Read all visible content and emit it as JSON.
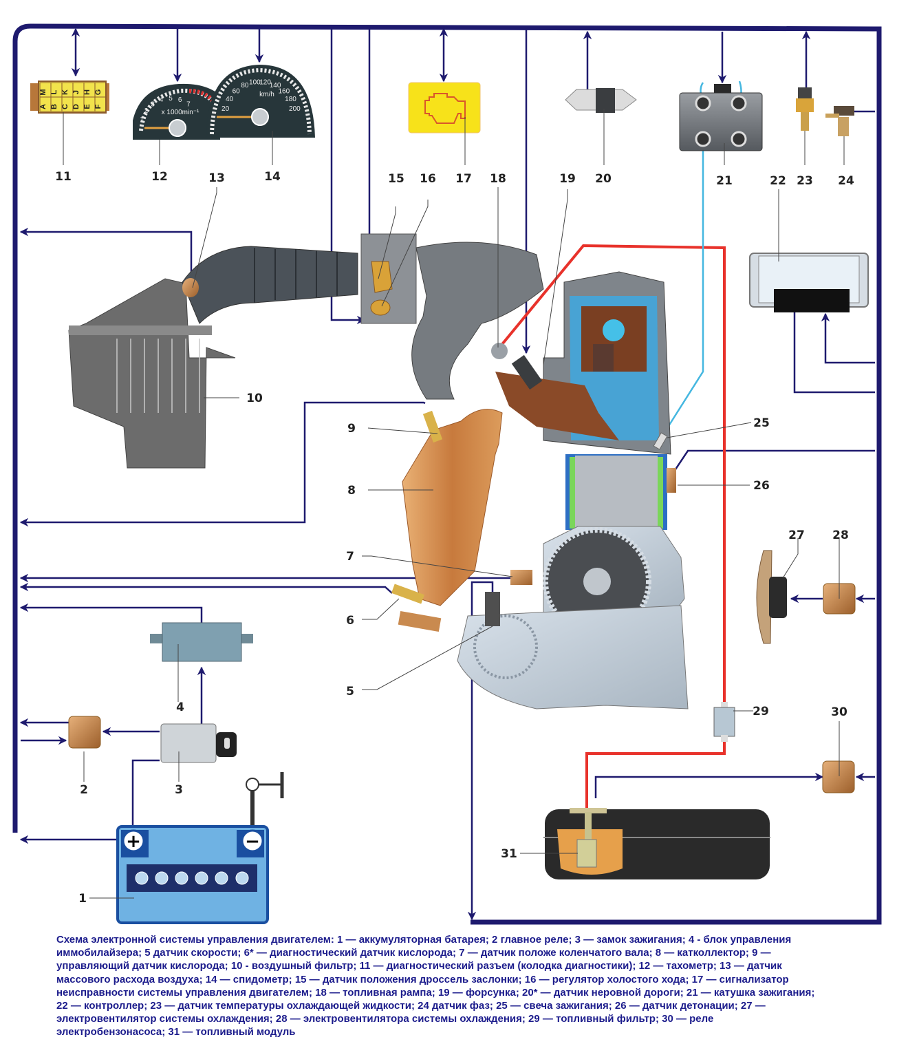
{
  "colors": {
    "wire": "#1e1a6e",
    "fuel_line": "#e8322b",
    "hv_wire": "#45b7e0",
    "caption_text": "#1c1c8c",
    "warning_lamp_bg": "#f7e21a",
    "warning_lamp_icon": "#d9572a",
    "battery": "#6fb2e3",
    "relay": "#c98a4f"
  },
  "diagram": {
    "title": "Схема электронной системы управления двигателем",
    "components": [
      {
        "num": "1",
        "name": "аккумуляторная батарея"
      },
      {
        "num": "2",
        "name": "главное реле"
      },
      {
        "num": "3",
        "name": "замок зажигания"
      },
      {
        "num": "4",
        "name": "блок управления иммобилайзера"
      },
      {
        "num": "5",
        "name": "датчик скорости"
      },
      {
        "num": "6",
        "name": "диагностический датчик кислорода"
      },
      {
        "num": "7",
        "name": "датчик положе коленчатого вала"
      },
      {
        "num": "8",
        "name": "катколлектор"
      },
      {
        "num": "9",
        "name": "управляющий датчик кислорода"
      },
      {
        "num": "10",
        "name": "воздушный фильтр"
      },
      {
        "num": "11",
        "name": "диагностический разъем (колодка диагностики)"
      },
      {
        "num": "12",
        "name": "тахометр"
      },
      {
        "num": "13",
        "name": "датчик массового расхода воздуха"
      },
      {
        "num": "14",
        "name": "спидометр"
      },
      {
        "num": "15",
        "name": "датчик положения дроссель заслонки"
      },
      {
        "num": "16",
        "name": "регулятор холостого хода"
      },
      {
        "num": "17",
        "name": "сигнализатор неисправности системы управления двигателем"
      },
      {
        "num": "18",
        "name": "топливная рампа"
      },
      {
        "num": "19",
        "name": "форсунка"
      },
      {
        "num": "20",
        "name": "датчик неровной дороги"
      },
      {
        "num": "21",
        "name": "катушка зажигания"
      },
      {
        "num": "22",
        "name": "контроллер"
      },
      {
        "num": "23",
        "name": "датчик температуры охлаждающей жидкости"
      },
      {
        "num": "24",
        "name": "датчик фаз"
      },
      {
        "num": "25",
        "name": "свеча зажигания"
      },
      {
        "num": "26",
        "name": "датчик детонации"
      },
      {
        "num": "27",
        "name": "электровентилятор системы охлаждения"
      },
      {
        "num": "28",
        "name": "электровентилятора системы охлаждения"
      },
      {
        "num": "29",
        "name": "топливный фильтр"
      },
      {
        "num": "30",
        "name": "реле электробензонасоса"
      },
      {
        "num": "31",
        "name": "топливный модуль"
      }
    ],
    "diag_connector_letters_top": [
      "M",
      "L",
      "K",
      "J",
      "H",
      "G"
    ],
    "diag_connector_letters_bottom": [
      "A",
      "B",
      "C",
      "D",
      "E",
      "F"
    ],
    "tachometer": {
      "ticks": [
        "1",
        "2",
        "3",
        "4",
        "5",
        "6",
        "7"
      ],
      "unit": "x 1000min⁻¹"
    },
    "speedometer": {
      "ticks": [
        "20",
        "40",
        "60",
        "80",
        "100",
        "120",
        "140",
        "160",
        "180",
        "200"
      ],
      "unit": "km/h"
    },
    "battery": {
      "plus": "+",
      "minus": "−"
    }
  },
  "caption": {
    "lines": [
      "Схема электронной системы управления двигателем: 1 — аккумуляторная батарея; 2 главное реле; 3 — замок зажигания; 4 - блок управления",
      "иммобилайзера; 5 датчик скорости; 6* — диагностический датчик кислорода; 7 — датчик положе коленчатого вала; 8 — катколлектор; 9 —",
      "управляющий датчик кислорода; 10 - воздушный фильтр; 11 — диагностический разъем (колодка диагностики); 12 — тахометр; 13 — датчик",
      "массового расхода воздуха; 14 — спидометр; 15 — датчик положения дроссель заслонки; 16 — регулятор холостого хода; 17 — сигнализатор",
      "неисправности системы управления двигателем; 18 — топливная рампа; 19 — форсунка; 20* — датчик неровной дороги; 21 — катушка зажигания;",
      "22 — контроллер; 23 — датчик температуры охлаждающей жидкости; 24 датчик фаз; 25 — свеча зажигания; 26 — датчик детонации; 27 —",
      "электровентилятор системы охлаждения; 28 — электровентилятора системы охлаждения; 29 — топливный фильтр; 30 — реле",
      "электробензонасоса; 31 — топливный модуль"
    ]
  }
}
